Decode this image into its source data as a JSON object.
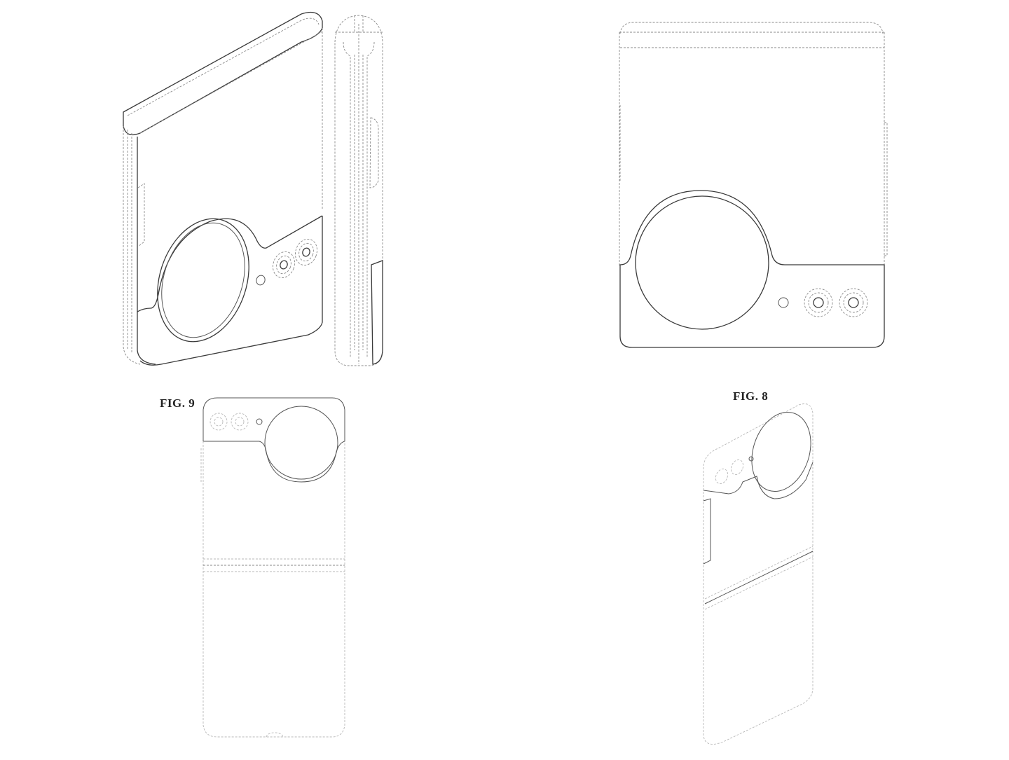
{
  "figures": [
    {
      "id": "fig9",
      "label": "FIG. 9",
      "description": "Flip phone, folded, perspective and side views"
    },
    {
      "id": "fig8",
      "label": "FIG. 8",
      "description": "Flip phone, folded, rear cover display view"
    },
    {
      "id": "fig-unfolded-rear",
      "label": "",
      "description": "Flip phone, unfolded, rear view"
    },
    {
      "id": "fig-unfolded-perspective",
      "label": "",
      "description": "Flip phone, unfolded, perspective rear view"
    }
  ],
  "colors": {
    "line": "#3a3a3a",
    "hidden_line": "#8a8a8a",
    "background": "#ffffff"
  }
}
